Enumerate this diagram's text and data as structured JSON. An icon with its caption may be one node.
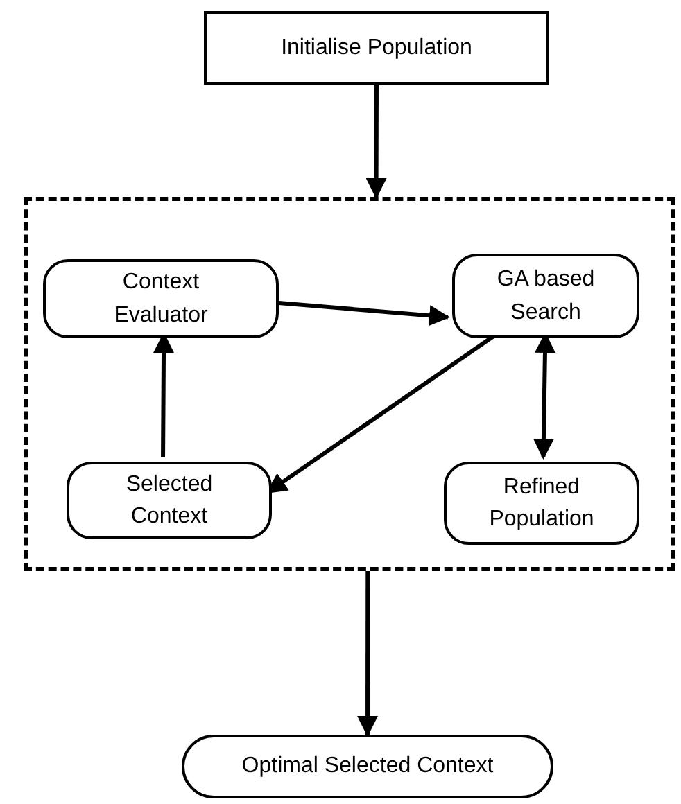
{
  "diagram": {
    "nodes": [
      {
        "text": [
          "Initialise Population"
        ]
      },
      {
        "text": [],
        "shape": "box"
      },
      {
        "text": [
          "Context Evaluator"
        ],
        "in": 1
      },
      {
        "text": [
          "GA based Search"
        ],
        "in": 1
      },
      {
        "text": [
          "Selected Context"
        ],
        "in": 1
      },
      {
        "text": [
          "Refined Population"
        ],
        "in": 1
      },
      {
        "text": [
          "Optimal Selected Context"
        ]
      }
    ],
    "edges": [
      {
        "from": 0,
        "to": 1,
        "arrow": "to"
      },
      {
        "from": 2,
        "to": 3,
        "arrow": "to"
      },
      {
        "from": 3,
        "to": 4,
        "arrow": "to"
      },
      {
        "from": 4,
        "to": 2,
        "arrow": "to"
      },
      {
        "from": 3,
        "to": 5,
        "arrow": "both"
      },
      {
        "from": 1,
        "to": 6,
        "arrow": "to"
      }
    ]
  }
}
